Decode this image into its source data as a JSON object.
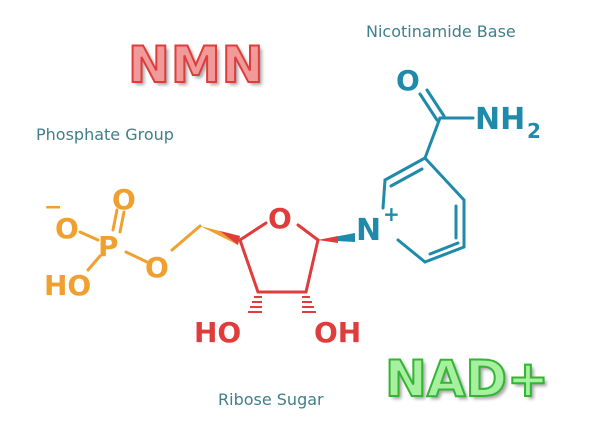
{
  "title_nmn": "NMN",
  "title_nad": "NAD+",
  "groups": {
    "nicotinamide": "Nicotinamide Base",
    "phosphate": "Phosphate Group",
    "ribose": "Ribose Sugar"
  },
  "atoms": {
    "amide_o": "O",
    "amide_n": "NH",
    "amide_sub": "2",
    "pyridinium_n": "N",
    "pyridinium_charge": "+",
    "ring_o": "O",
    "ho_left": "HO",
    "oh_right": "OH",
    "bridge_o": "O",
    "phos_p": "P",
    "phos_o_top": "O",
    "phos_o_minus": "O",
    "minus": "−",
    "phos_ho": "HO"
  },
  "colors": {
    "nicotinamide": "#1f8aaa",
    "ribose": "#e03c3c",
    "phosphate": "#f0a030",
    "caption": "#3f7f8a",
    "nmn_fill": "#f19a9a",
    "nad_fill": "#a6f0a0"
  }
}
